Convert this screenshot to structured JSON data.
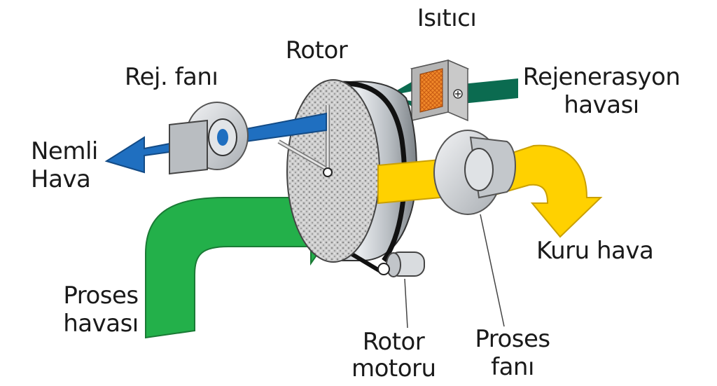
{
  "labels": {
    "heater": "Isıtıcı",
    "rotor": "Rotor",
    "reg_fan": "Rej. fanı",
    "reg_air_1": "Rejenerasyon",
    "reg_air_2": "havası",
    "humid_air_1": "Nemli",
    "humid_air_2": "Hava",
    "dry_air": "Kuru hava",
    "process_air_1": "Proses",
    "process_air_2": "havası",
    "rotor_motor_1": "Rotor",
    "rotor_motor_2": "motoru",
    "process_fan_1": "Proses",
    "process_fan_2": "fanı"
  },
  "colors": {
    "process_air": "#23b04a",
    "dry_air": "#ffd100",
    "humid_air": "#1f6fc0",
    "regeneration_air": "#0b6b50",
    "heater": "#f0892a"
  },
  "icons": [
    "rotor-wheel",
    "heater-box",
    "reg-fan",
    "process-fan",
    "rotor-motor",
    "drive-belt"
  ]
}
